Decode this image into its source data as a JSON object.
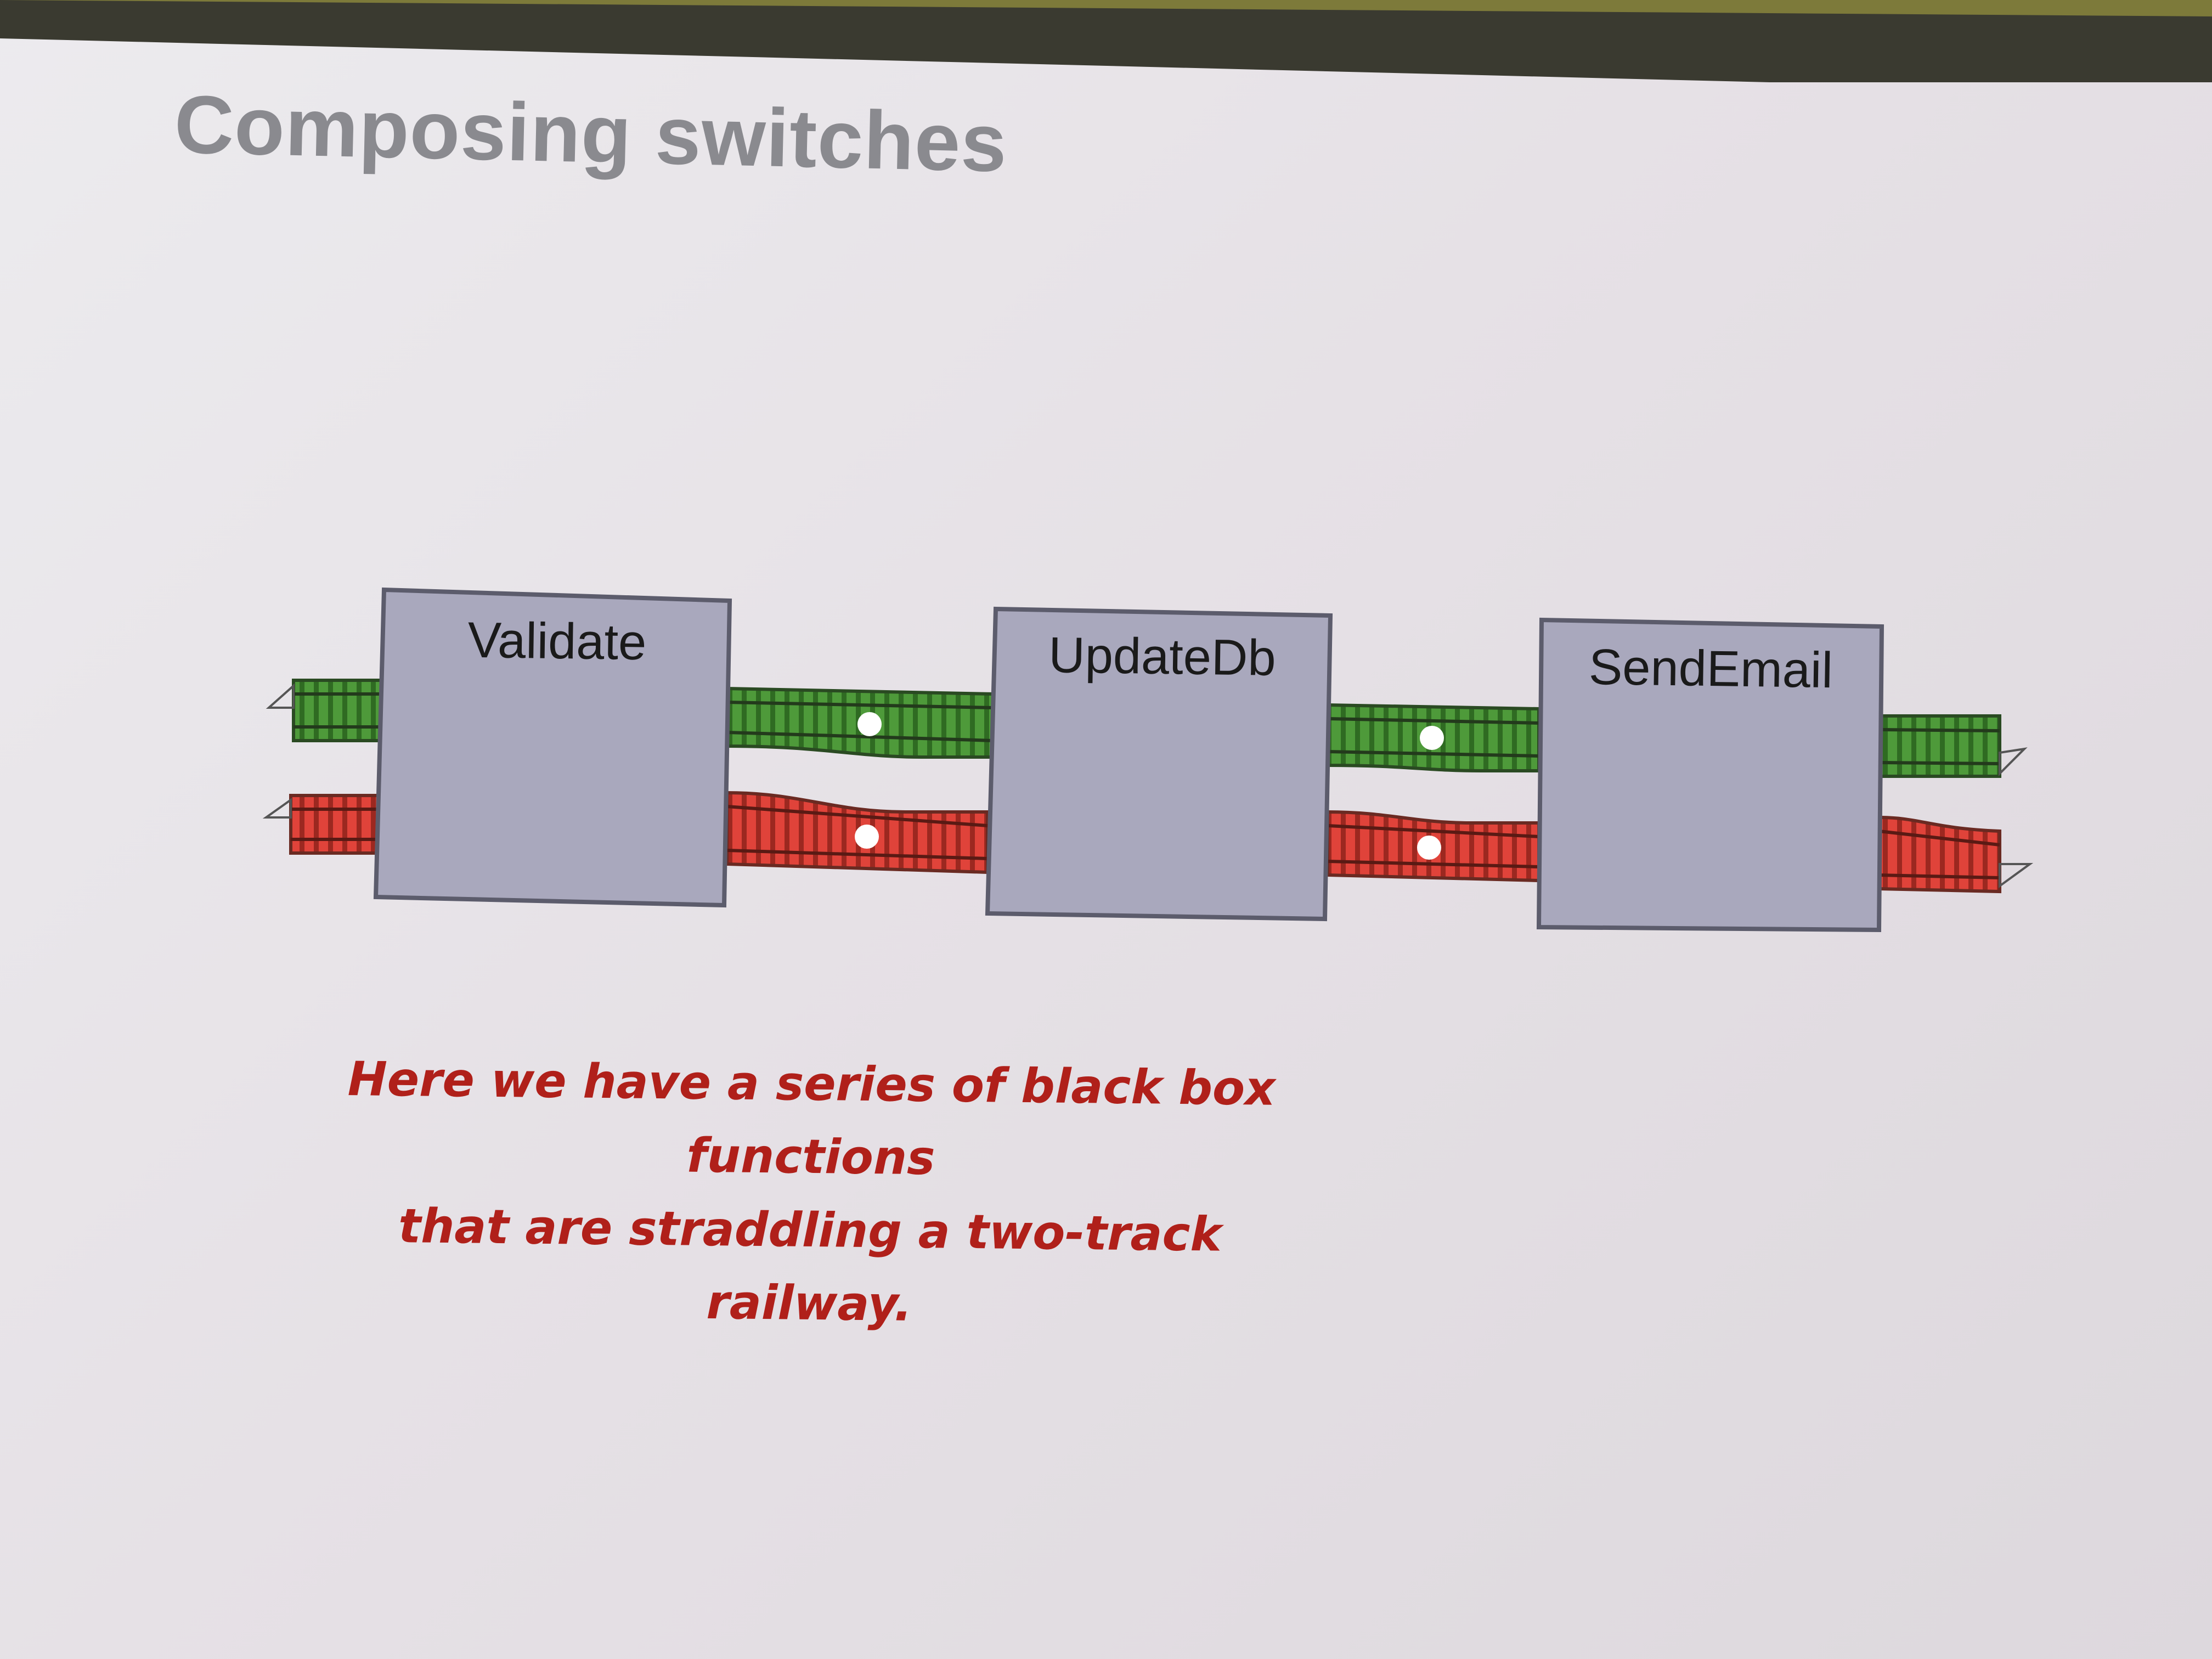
{
  "slide": {
    "title": "Composing switches",
    "caption_line1": "Here we have a series of black box functions",
    "caption_line2": "that are straddling a two-track railway."
  },
  "boxes": [
    {
      "label": "Validate"
    },
    {
      "label": "UpdateDb"
    },
    {
      "label": "SendEmail"
    }
  ],
  "tracks": {
    "success_color": "#4e9a3a",
    "failure_color": "#e0433a"
  },
  "colors": {
    "box_fill": "#a9a8bd",
    "box_stroke": "#5c5c6c",
    "caption": "#b0201a",
    "title": "#8a8a8f"
  }
}
